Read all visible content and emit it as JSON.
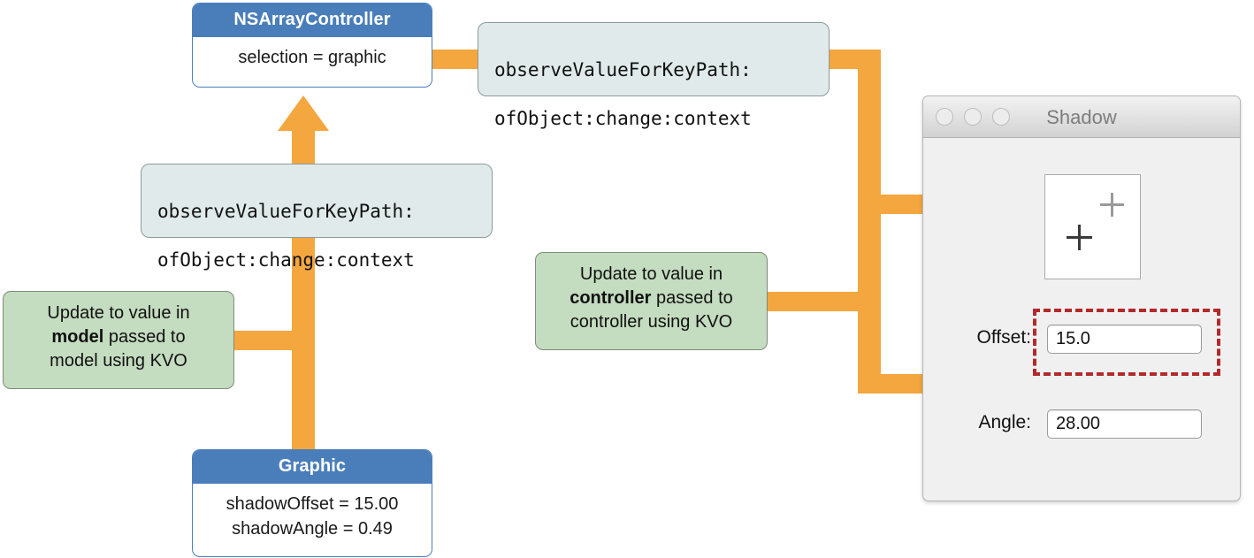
{
  "diagram": {
    "title": "KVO notification flow between model, controller, and view",
    "colors": {
      "orange": "#F4A63F",
      "blue_header": "#4A7EBB",
      "green_note": "#C4DCBF",
      "code_callout": "#E0EAEA",
      "highlight_red": "#B22A2A"
    }
  },
  "controller_box": {
    "title": "NSArrayController",
    "body": "selection = graphic"
  },
  "model_box": {
    "title": "Graphic",
    "line1": "shadowOffset = 15.00",
    "line2": "shadowAngle = 0.49"
  },
  "code_callout_top": {
    "line1": "observeValueForKeyPath:",
    "line2": "ofObject:change:context"
  },
  "code_callout_left": {
    "line1": "observeValueForKeyPath:",
    "line2": "ofObject:change:context"
  },
  "note_model": {
    "line1": "Update to value in",
    "bold": "model",
    "line2_rest": " passed to",
    "line3": "model using KVO"
  },
  "note_controller": {
    "line1": "Update to value in",
    "bold": "controller",
    "line2_rest": " passed to",
    "line3": "controller using KVO"
  },
  "window": {
    "title": "Shadow",
    "traffic_lights": [
      "close-button",
      "minimize-button",
      "zoom-button"
    ],
    "fields": [
      {
        "label": "Offset:",
        "value": "15.0"
      },
      {
        "label": "Angle:",
        "value": "28.00"
      }
    ]
  }
}
